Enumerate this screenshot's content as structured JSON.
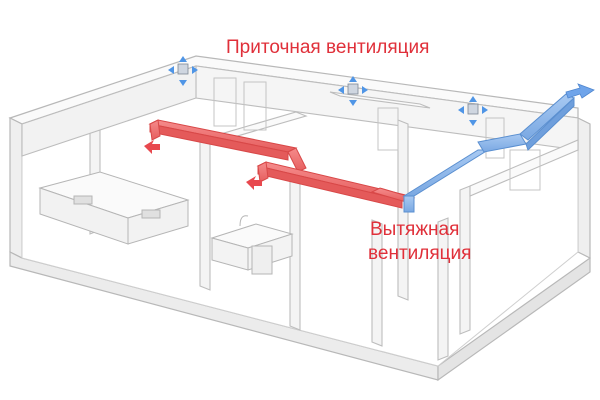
{
  "labels": {
    "supply": "Приточная вентиляция",
    "exhaust_line1": "Вытяжная",
    "exhaust_line2": "вентиляция"
  },
  "colors": {
    "supply_duct": "#f07070",
    "supply_duct_edge": "#d84848",
    "exhaust_duct": "#8fb8ea",
    "exhaust_duct_edge": "#5a8fd0",
    "label_red": "#e0303a",
    "wall_stroke": "#b8b8b8",
    "wall_fill": "#f6f6f6"
  },
  "icons": [
    "supply-airflow-arrow-icon",
    "exhaust-outlet-arrow-icon",
    "air-diffuser-icon",
    "bathtub-icon",
    "kitchen-counter-icon"
  ]
}
